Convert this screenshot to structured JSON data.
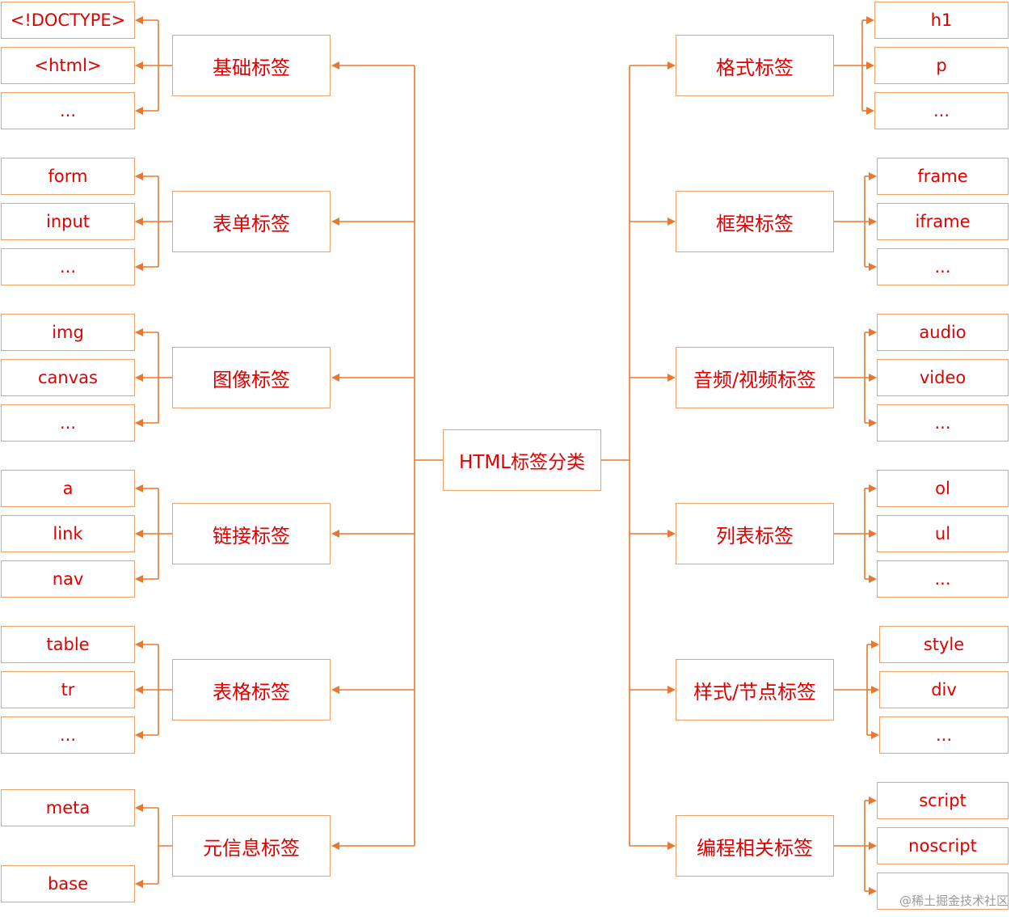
{
  "root": "HTML标签分类",
  "colors": {
    "line": "#e8782f",
    "box_border": "#e8a06a",
    "text": "#e00000"
  },
  "left": [
    {
      "label": "基础标签",
      "leaves": [
        "<!DOCTYPE>",
        "<html>",
        "..."
      ]
    },
    {
      "label": "表单标签",
      "leaves": [
        "form",
        "input",
        "..."
      ]
    },
    {
      "label": "图像标签",
      "leaves": [
        "img",
        "canvas",
        "..."
      ]
    },
    {
      "label": "链接标签",
      "leaves": [
        "a",
        "link",
        "nav"
      ]
    },
    {
      "label": "表格标签",
      "leaves": [
        "table",
        "tr",
        "..."
      ]
    },
    {
      "label": "元信息标签",
      "leaves": [
        "meta",
        "base"
      ]
    }
  ],
  "right": [
    {
      "label": "格式标签",
      "leaves": [
        "h1",
        "p",
        "..."
      ]
    },
    {
      "label": "框架标签",
      "leaves": [
        "frame",
        "iframe",
        "..."
      ]
    },
    {
      "label": "音频/视频标签",
      "leaves": [
        "audio",
        "video",
        "..."
      ]
    },
    {
      "label": "列表标签",
      "leaves": [
        "ol",
        "ul",
        "..."
      ]
    },
    {
      "label": "样式/节点标签",
      "leaves": [
        "style",
        "div",
        "..."
      ]
    },
    {
      "label": "编程相关标签",
      "leaves": [
        "script",
        "noscript",
        ""
      ]
    }
  ],
  "watermark": "@稀土掘金技术社区"
}
